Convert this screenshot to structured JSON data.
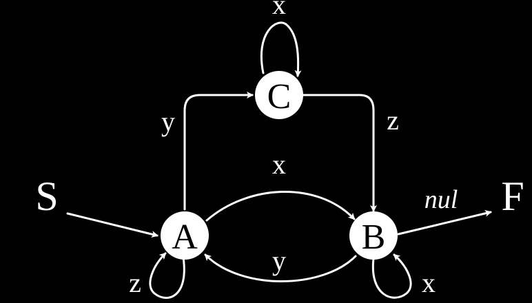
{
  "diagram": {
    "colors": {
      "background": "#000000",
      "foreground": "#ffffff",
      "node_text": "#000000"
    },
    "nodes": [
      {
        "id": "A",
        "label": "A"
      },
      {
        "id": "B",
        "label": "B"
      },
      {
        "id": "C",
        "label": "C"
      }
    ],
    "terminals": {
      "start": "S",
      "final": "F"
    },
    "edges": [
      {
        "from": "S",
        "to": "A",
        "label": ""
      },
      {
        "from": "A",
        "to": "B",
        "label": "x"
      },
      {
        "from": "B",
        "to": "A",
        "label": "y"
      },
      {
        "from": "A",
        "to": "C",
        "label": "y"
      },
      {
        "from": "C",
        "to": "B",
        "label": "z"
      },
      {
        "from": "C",
        "to": "C",
        "label": "x"
      },
      {
        "from": "A",
        "to": "A",
        "label": "z"
      },
      {
        "from": "B",
        "to": "B",
        "label": "x"
      },
      {
        "from": "B",
        "to": "F",
        "label": "nul"
      }
    ]
  }
}
